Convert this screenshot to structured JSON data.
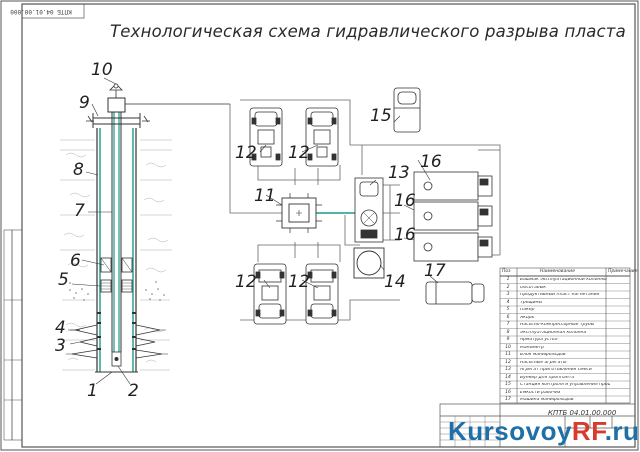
{
  "stamp": "КПТБ 04.01.00.000",
  "title": "Технологическая схема гидравлического разрыва пласта",
  "labels": {
    "n1": "1",
    "n2": "2",
    "n3": "3",
    "n4": "4",
    "n5": "5",
    "n6": "6",
    "n7": "7",
    "n8": "8",
    "n9": "9",
    "n10": "10",
    "n11": "11",
    "n12a": "12",
    "n12b": "12",
    "n12c": "12",
    "n12d": "12",
    "n13": "13",
    "n14": "14",
    "n15": "15",
    "n16a": "16",
    "n16b": "16",
    "n16c": "16",
    "n17": "17"
  },
  "legend": {
    "head_no": "Поз",
    "head_name": "Наименование",
    "head_note": "Примечание",
    "rows": [
      {
        "no": "1",
        "name": "Башмак эксплуатационной колонны"
      },
      {
        "no": "2",
        "name": "Обсотабык"
      },
      {
        "no": "3",
        "name": "Продуктивный пласт нагнетания"
      },
      {
        "no": "4",
        "name": "Трещины"
      },
      {
        "no": "5",
        "name": "Пакер"
      },
      {
        "no": "6",
        "name": "Якорь"
      },
      {
        "no": "7",
        "name": "Насосно-компрессорные трубы"
      },
      {
        "no": "8",
        "name": "Эксплуатационная колонна"
      },
      {
        "no": "9",
        "name": "Арматура устья"
      },
      {
        "no": "10",
        "name": "Манометр"
      },
      {
        "no": "11",
        "name": "Блок манифольдов"
      },
      {
        "no": "12",
        "name": "Насосные агрегаты"
      },
      {
        "no": "13",
        "name": "Агрегат приготовления смеси"
      },
      {
        "no": "14",
        "name": "Бункер для проппанта"
      },
      {
        "no": "15",
        "name": "Станция контроля и управления процессом"
      },
      {
        "no": "16",
        "name": "Емкости рабочих"
      },
      {
        "no": "17",
        "name": "Машина манифольдов"
      }
    ]
  },
  "doc_code": "КПТБ 04.01.00.000",
  "watermark": {
    "part1": "Kursovoy",
    "part2": "RF",
    "part3": ".ru"
  }
}
